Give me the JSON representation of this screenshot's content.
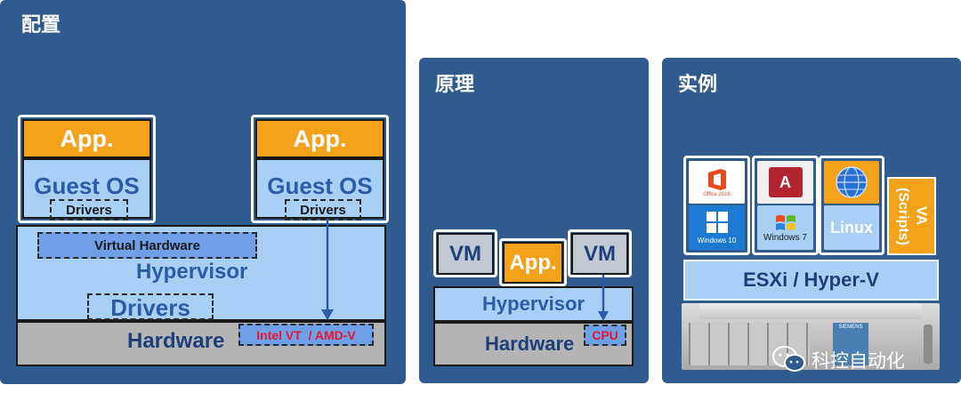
{
  "panels": {
    "config": {
      "title": "配置",
      "vm1": {
        "app": "App.",
        "guest_os": "Guest OS",
        "drivers": "Drivers"
      },
      "vm2": {
        "app": "App.",
        "guest_os": "Guest OS",
        "drivers": "Drivers"
      },
      "virtual_hardware": "Virtual Hardware",
      "hypervisor": "Hypervisor",
      "drivers": "Drivers",
      "hardware": "Hardware",
      "cpu_ext": "Intel VT  / AMD-V"
    },
    "principle": {
      "title": "原理",
      "vm1": "VM",
      "app": "App.",
      "vm2": "VM",
      "hypervisor": "Hypervisor",
      "hardware": "Hardware",
      "cpu": "CPU"
    },
    "example": {
      "title": "实例",
      "office_label": "Office 2016",
      "access_letter": "A",
      "windows10_label": "Windows 10",
      "windows7_label": "Windows 7",
      "linux_label": "Linux",
      "va_label": "VA\n(Scripts)",
      "esxi": "ESXi / Hyper-V",
      "server_brand": "SIEMENS"
    }
  },
  "watermark": "科控自动化",
  "colors": {
    "panel": "#2f5b8e",
    "light_blue": "#a8d0f4",
    "orange": "#f4a21a",
    "dark_text": "#1e3f7a",
    "red_text": "#e8162d"
  }
}
